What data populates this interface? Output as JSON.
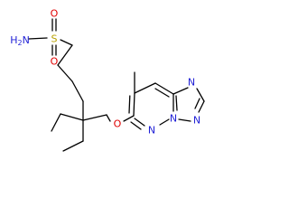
{
  "molecule": {
    "atom_labels": {
      "amine": "H2N",
      "amine_main": "H",
      "amine_sub": "2",
      "amine_tail": "N",
      "sulfur": "S",
      "sulfonyl_oxygen_top": "O",
      "sulfonyl_oxygen_bottom": "O",
      "ether_oxygen": "O",
      "ring_nitrogen_1": "N",
      "ring_nitrogen_2": "N",
      "ring_nitrogen_3": "N",
      "ring_nitrogen_4": "N"
    },
    "colors": {
      "bond": "#000000",
      "carbon": "#000000",
      "nitrogen": "#1f1fd6",
      "oxygen": "#e00000",
      "sulfur": "#b8a100",
      "background": "#ffffff"
    }
  }
}
